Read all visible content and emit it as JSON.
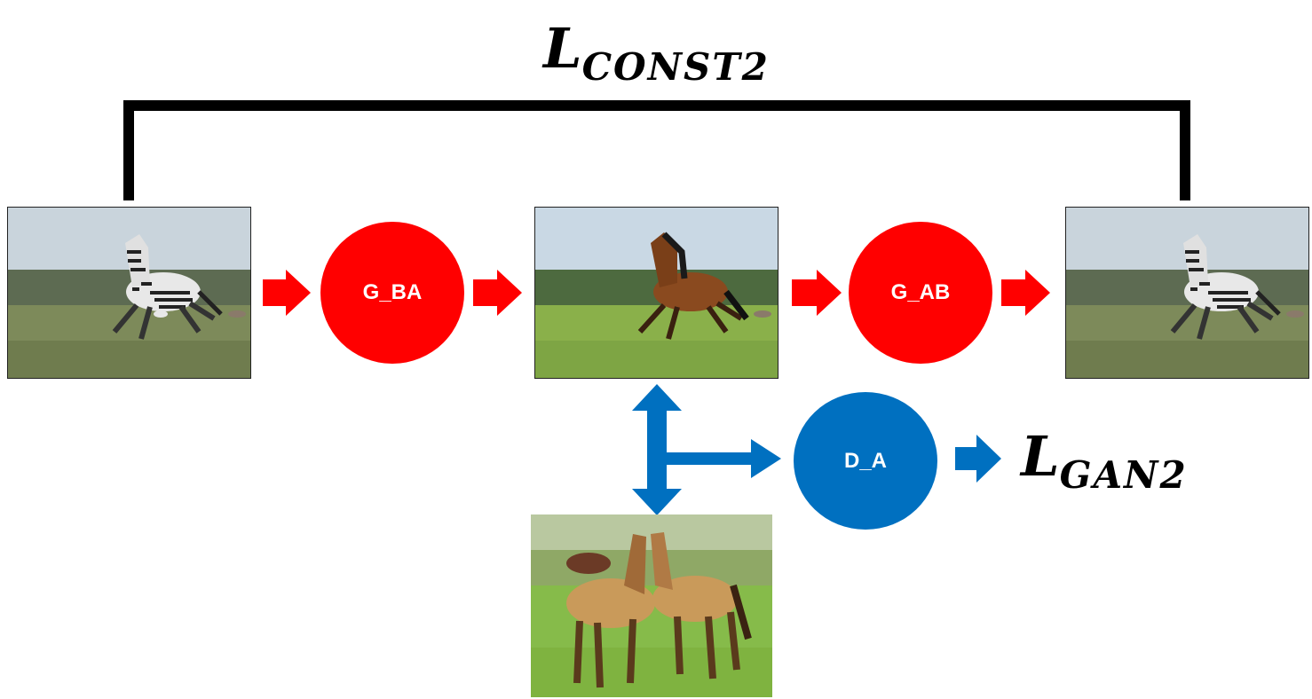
{
  "loss_const": {
    "symbol": "L",
    "subscript": "CONST2"
  },
  "loss_gan": {
    "symbol": "L",
    "subscript": "GAN2"
  },
  "nodes": {
    "g_ba": "G_BA",
    "g_ab": "G_AB",
    "d_a": "D_A"
  },
  "colors": {
    "generator": "#ff0000",
    "discriminator": "#0070c0",
    "bracket": "#000000"
  },
  "images": {
    "input": "zebra-photo",
    "translated": "horse-photo",
    "reconstructed": "zebra-photo",
    "real_sample": "horses-photo"
  }
}
